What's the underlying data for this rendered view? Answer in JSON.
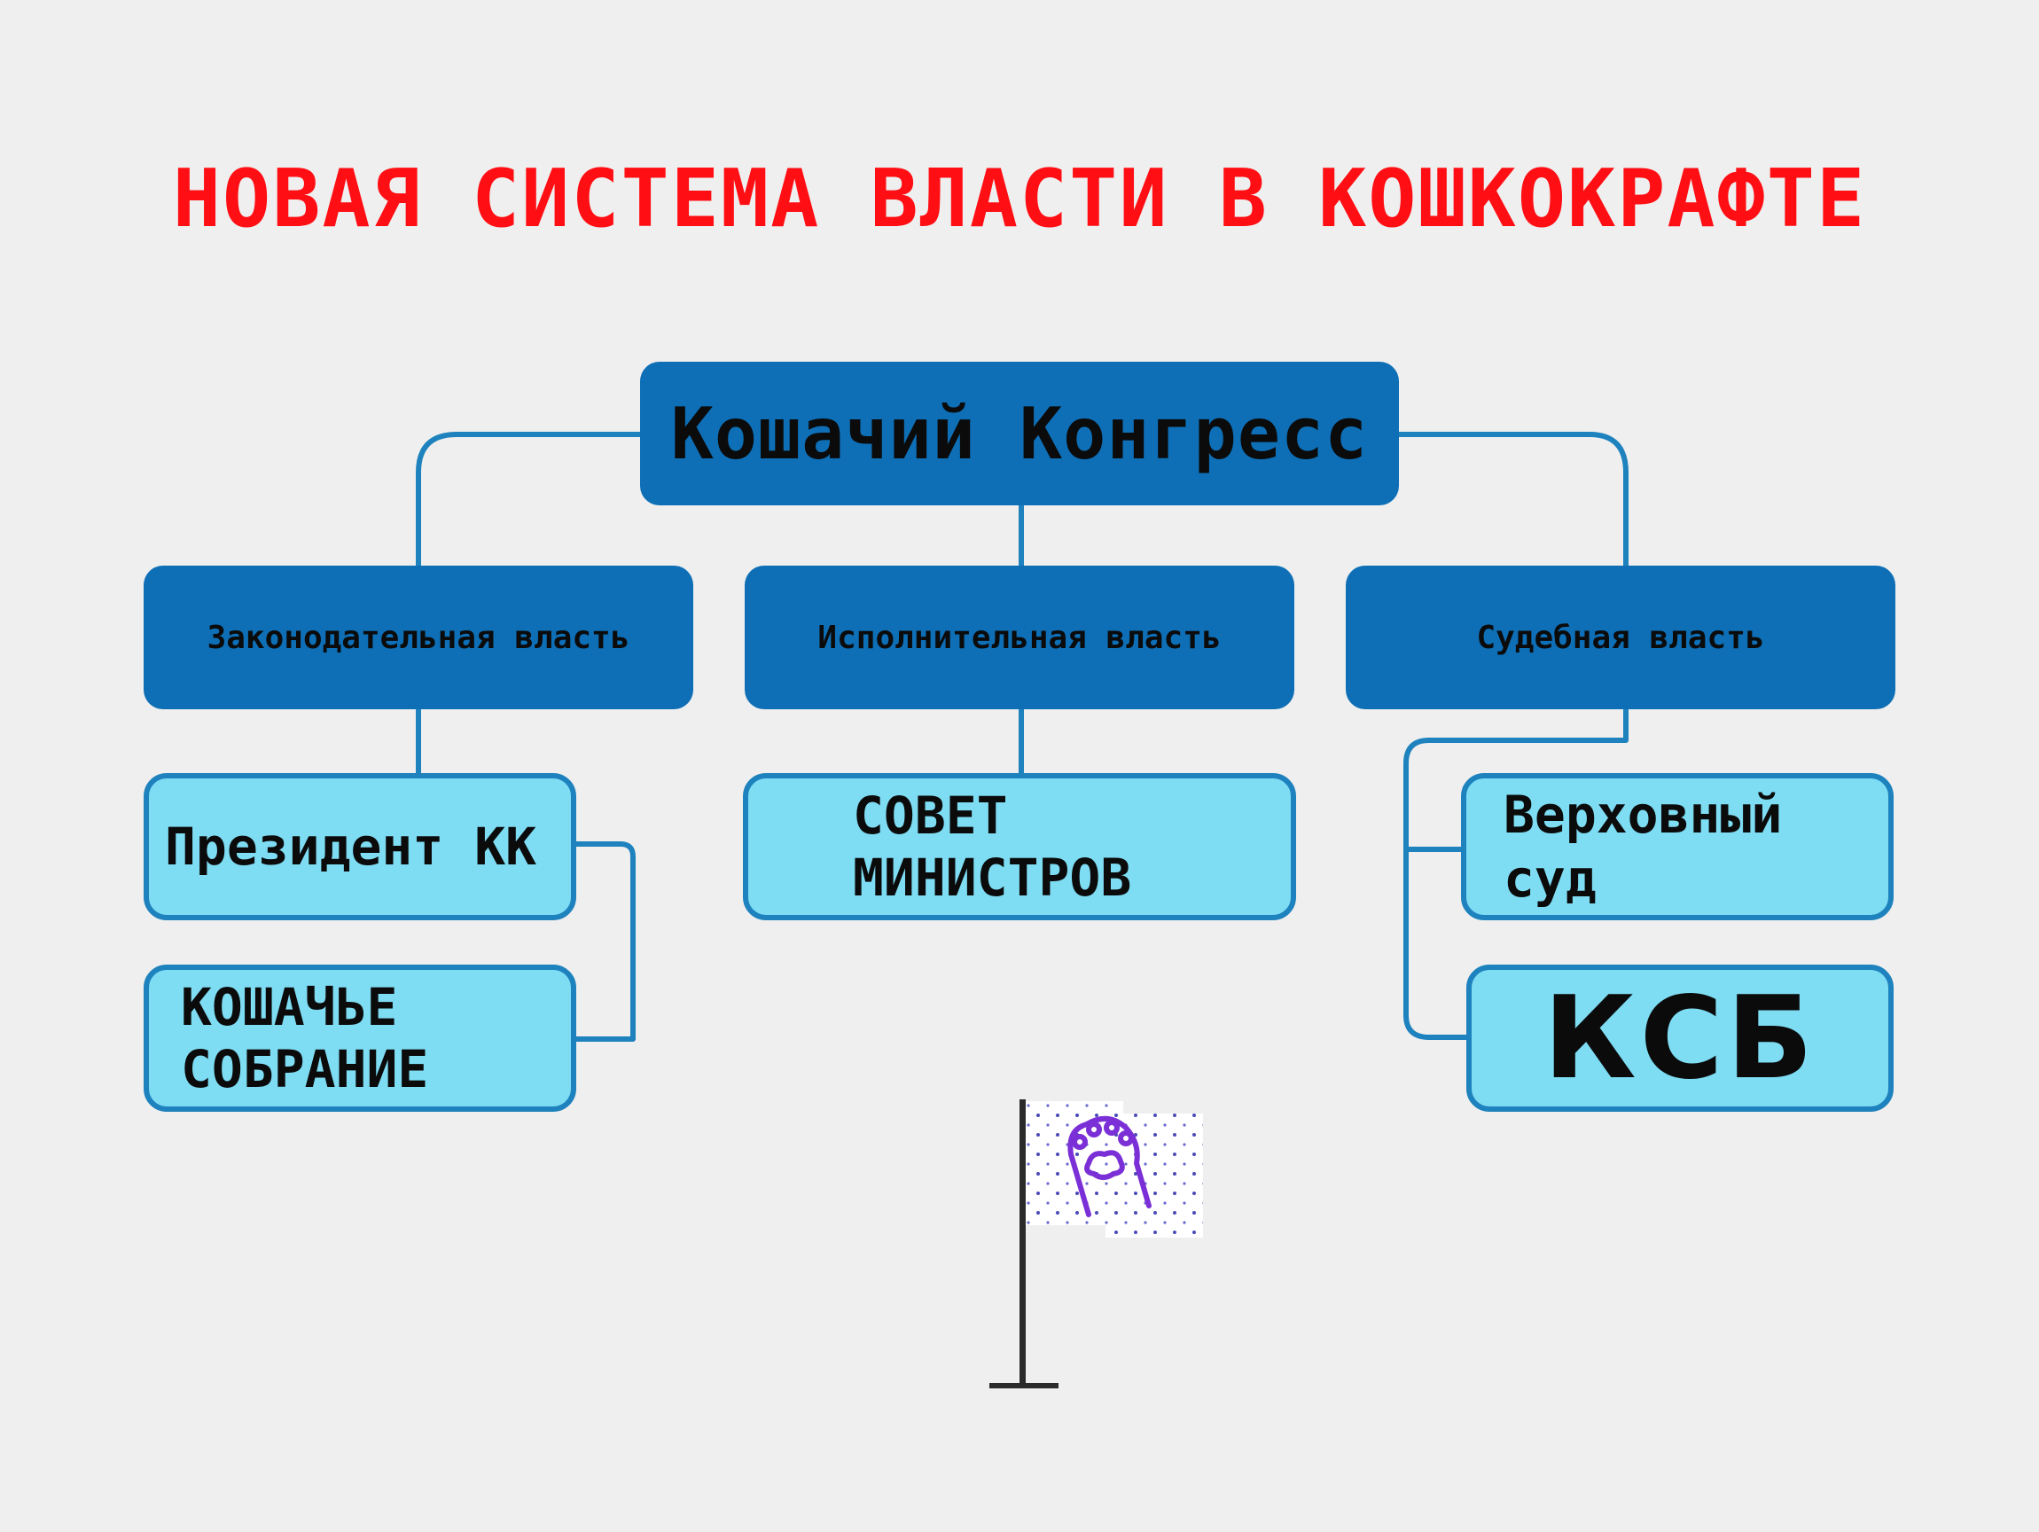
{
  "title": "НОВАЯ СИСТЕМА ВЛАСТИ В КОШКОКРАФТЕ",
  "colors": {
    "title": "#ff0f14",
    "dark_box": "#0e6fb6",
    "light_box": "#7edcf3",
    "light_border": "#1d82bd",
    "connector": "#1d82bd",
    "background": "#efefef",
    "paw": "#7b2fd6"
  },
  "nodes": {
    "congress": "Кошачий Конгресс",
    "legislative": "Законодательная власть",
    "executive": "Исполнительная власть",
    "judicial": "Судебная власть",
    "president": "Президент КК",
    "assembly": [
      "КОШАЧЬЕ",
      "СОБРАНИЕ"
    ],
    "council": [
      "СОВЕТ",
      "МИНИСТРОВ"
    ],
    "supreme_court": [
      "Верховный",
      "суд"
    ],
    "ksb": "КСБ"
  },
  "flag": {
    "icon": "paw-icon"
  }
}
